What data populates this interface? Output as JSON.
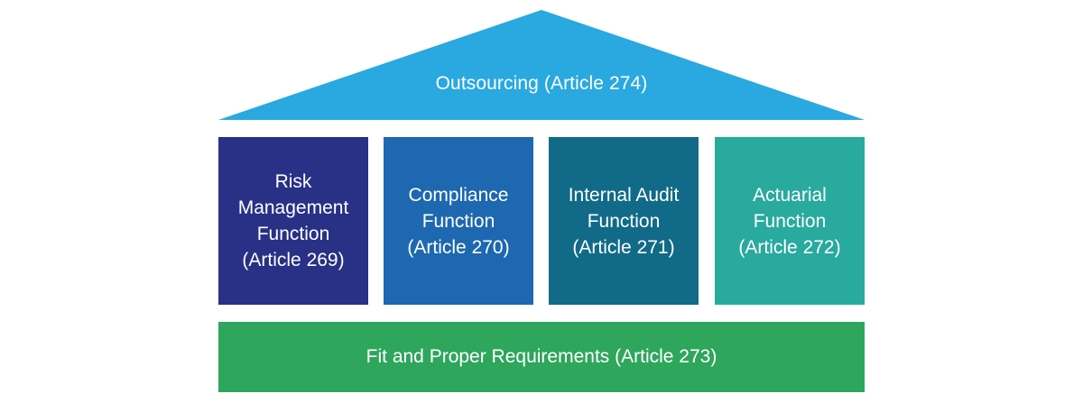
{
  "roof": {
    "label": "Outsourcing (Article 274)",
    "color": "#2aa8e0"
  },
  "pillars": [
    {
      "label": "Risk\nManagement\nFunction\n(Article 269)",
      "color": "#283186"
    },
    {
      "label": "Compliance\nFunction\n(Article 270)",
      "color": "#1d68b0"
    },
    {
      "label": "Internal Audit\nFunction\n(Article 271)",
      "color": "#116a88"
    },
    {
      "label": "Actuarial\nFunction\n(Article 272)",
      "color": "#28aa9e"
    }
  ],
  "base": {
    "label": "Fit and Proper Requirements (Article 273)",
    "color": "#2ea65c"
  }
}
